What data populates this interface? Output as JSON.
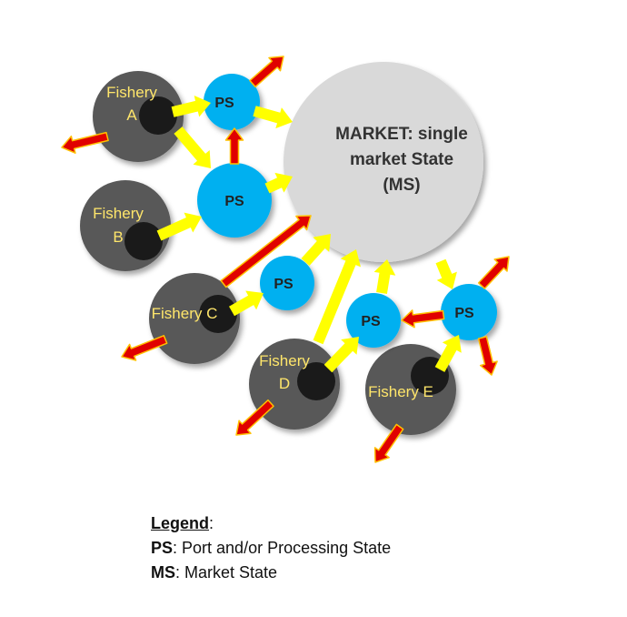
{
  "market": {
    "line1": "MARKET: single",
    "line2": "market State",
    "line3": "(MS)"
  },
  "ps_label": "PS",
  "fisheries": {
    "a": {
      "line1": "Fishery",
      "line2": "A"
    },
    "b": {
      "line1": "Fishery",
      "line2": "B"
    },
    "c": {
      "line1": "Fishery C"
    },
    "d": {
      "line1": "Fishery",
      "line2": "D"
    },
    "e": {
      "line1": "Fishery E"
    }
  },
  "legend": {
    "title": "Legend",
    "colon": ":",
    "ps_abbr": "PS",
    "ps_text": ": Port and/or Processing State",
    "ms_abbr": "MS",
    "ms_text": ": Market State"
  },
  "colors": {
    "market": "#d9d9d9",
    "fishery_outer": "#595959",
    "fishery_core": "#1a1a1a",
    "port_state": "#00b0f0",
    "trade_arrow": "#ffff00",
    "export_arrow": "#e00000",
    "export_arrow_outline": "#ffc000"
  }
}
